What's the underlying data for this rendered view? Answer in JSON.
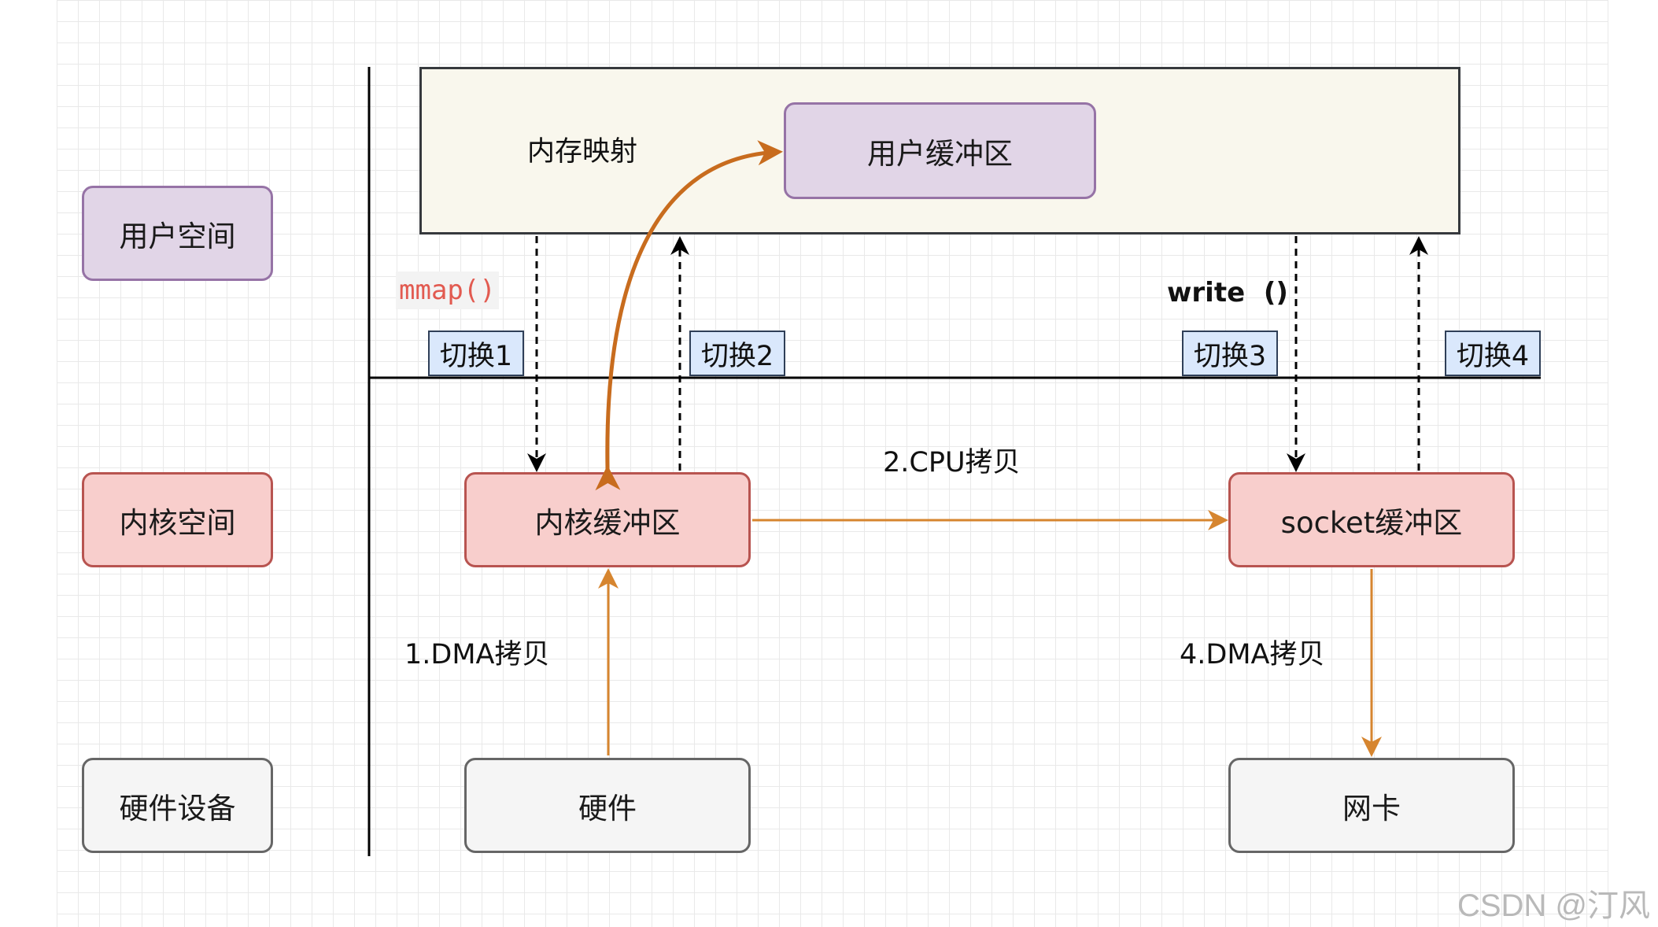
{
  "layers": {
    "user_space": "用户空间",
    "kernel_space": "内核空间",
    "hardware_device": "硬件设备"
  },
  "memory_map_label": "内存映射",
  "boxes": {
    "user_buffer": "用户缓冲区",
    "kernel_buffer": "内核缓冲区",
    "socket_buffer": "socket缓冲区",
    "hardware": "硬件",
    "nic": "网卡"
  },
  "calls": {
    "mmap": "mmap()",
    "write": "write  ()"
  },
  "switches": [
    "切换1",
    "切换2",
    "切换3",
    "切换4"
  ],
  "copies": {
    "dma1": "1.DMA拷贝",
    "cpu2": "2.CPU拷贝",
    "dma4": "4.DMA拷贝"
  },
  "watermark": "CSDN @汀风",
  "colors": {
    "copy_arrow": "#d6852f",
    "mmap_arrow": "#c86c1e",
    "user_fill": "#e1d5e7",
    "kernel_fill": "#f8cecc",
    "hardware_fill": "#f5f5f5",
    "switch_fill": "#dae8fc",
    "region_fill": "#f9f7ed"
  }
}
